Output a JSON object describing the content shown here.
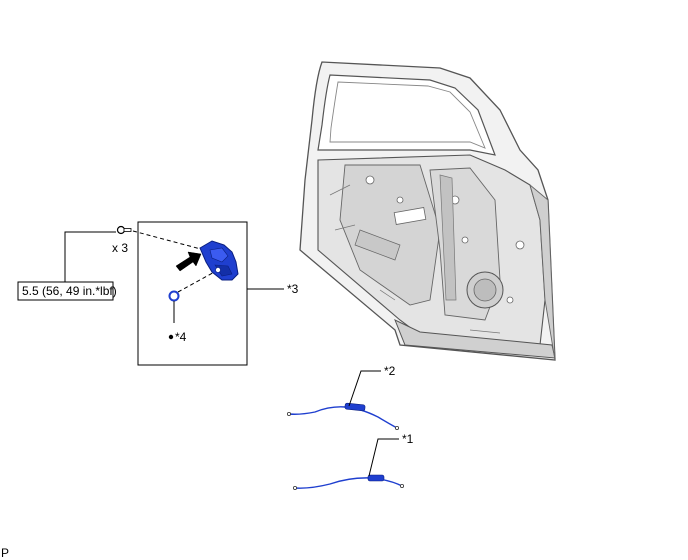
{
  "callouts": {
    "torque": "5.5 (56, 49 in.*lbf)",
    "qty": "x 3",
    "c1": "*1",
    "c2": "*2",
    "c3": "*3",
    "c4": "*4"
  },
  "footer": {
    "code": "P"
  },
  "colors": {
    "part_blue": "#1f3fcf",
    "line": "#000000",
    "door_gray": "#c9c9c9"
  },
  "icons": [
    "screw-icon",
    "o-ring-icon",
    "arrow-icon",
    "lock-assembly-icon",
    "door-panel-icon",
    "cable-icon"
  ]
}
